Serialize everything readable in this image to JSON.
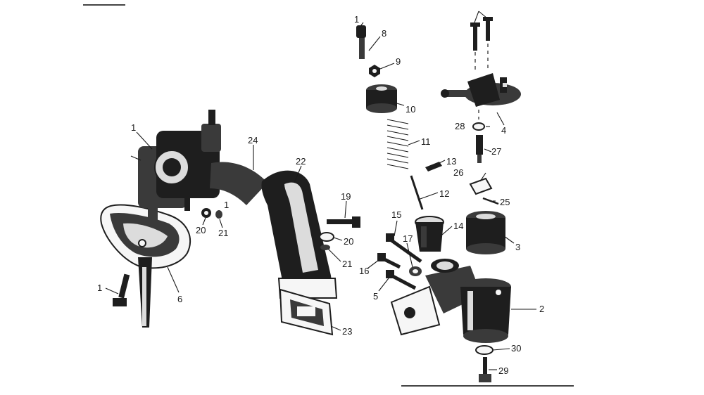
{
  "labels": [
    {
      "id": "1a",
      "text": "1"
    },
    {
      "id": "1b",
      "text": "1"
    },
    {
      "id": "1c",
      "text": "1"
    },
    {
      "id": "2",
      "text": "2"
    },
    {
      "id": "3",
      "text": "3"
    },
    {
      "id": "4",
      "text": "4"
    },
    {
      "id": "5",
      "text": "5"
    },
    {
      "id": "6",
      "text": "6"
    },
    {
      "id": "8",
      "text": "8"
    },
    {
      "id": "9",
      "text": "9"
    },
    {
      "id": "10",
      "text": "10"
    },
    {
      "id": "11",
      "text": "11"
    },
    {
      "id": "12",
      "text": "12"
    },
    {
      "id": "13",
      "text": "13"
    },
    {
      "id": "14",
      "text": "14"
    },
    {
      "id": "15",
      "text": "15"
    },
    {
      "id": "16",
      "text": "16"
    },
    {
      "id": "17",
      "text": "17"
    },
    {
      "id": "19",
      "text": "19"
    },
    {
      "id": "20a",
      "text": "20"
    },
    {
      "id": "20b",
      "text": "20"
    },
    {
      "id": "21a",
      "text": "21"
    },
    {
      "id": "21b",
      "text": "21"
    },
    {
      "id": "21c",
      "text": "1"
    },
    {
      "id": "22",
      "text": "22"
    },
    {
      "id": "23",
      "text": "23"
    },
    {
      "id": "24",
      "text": "24"
    },
    {
      "id": "25",
      "text": "25"
    },
    {
      "id": "26",
      "text": "26"
    },
    {
      "id": "27",
      "text": "27"
    },
    {
      "id": "28",
      "text": "28"
    },
    {
      "id": "29",
      "text": "29"
    },
    {
      "id": "30",
      "text": "30"
    }
  ]
}
